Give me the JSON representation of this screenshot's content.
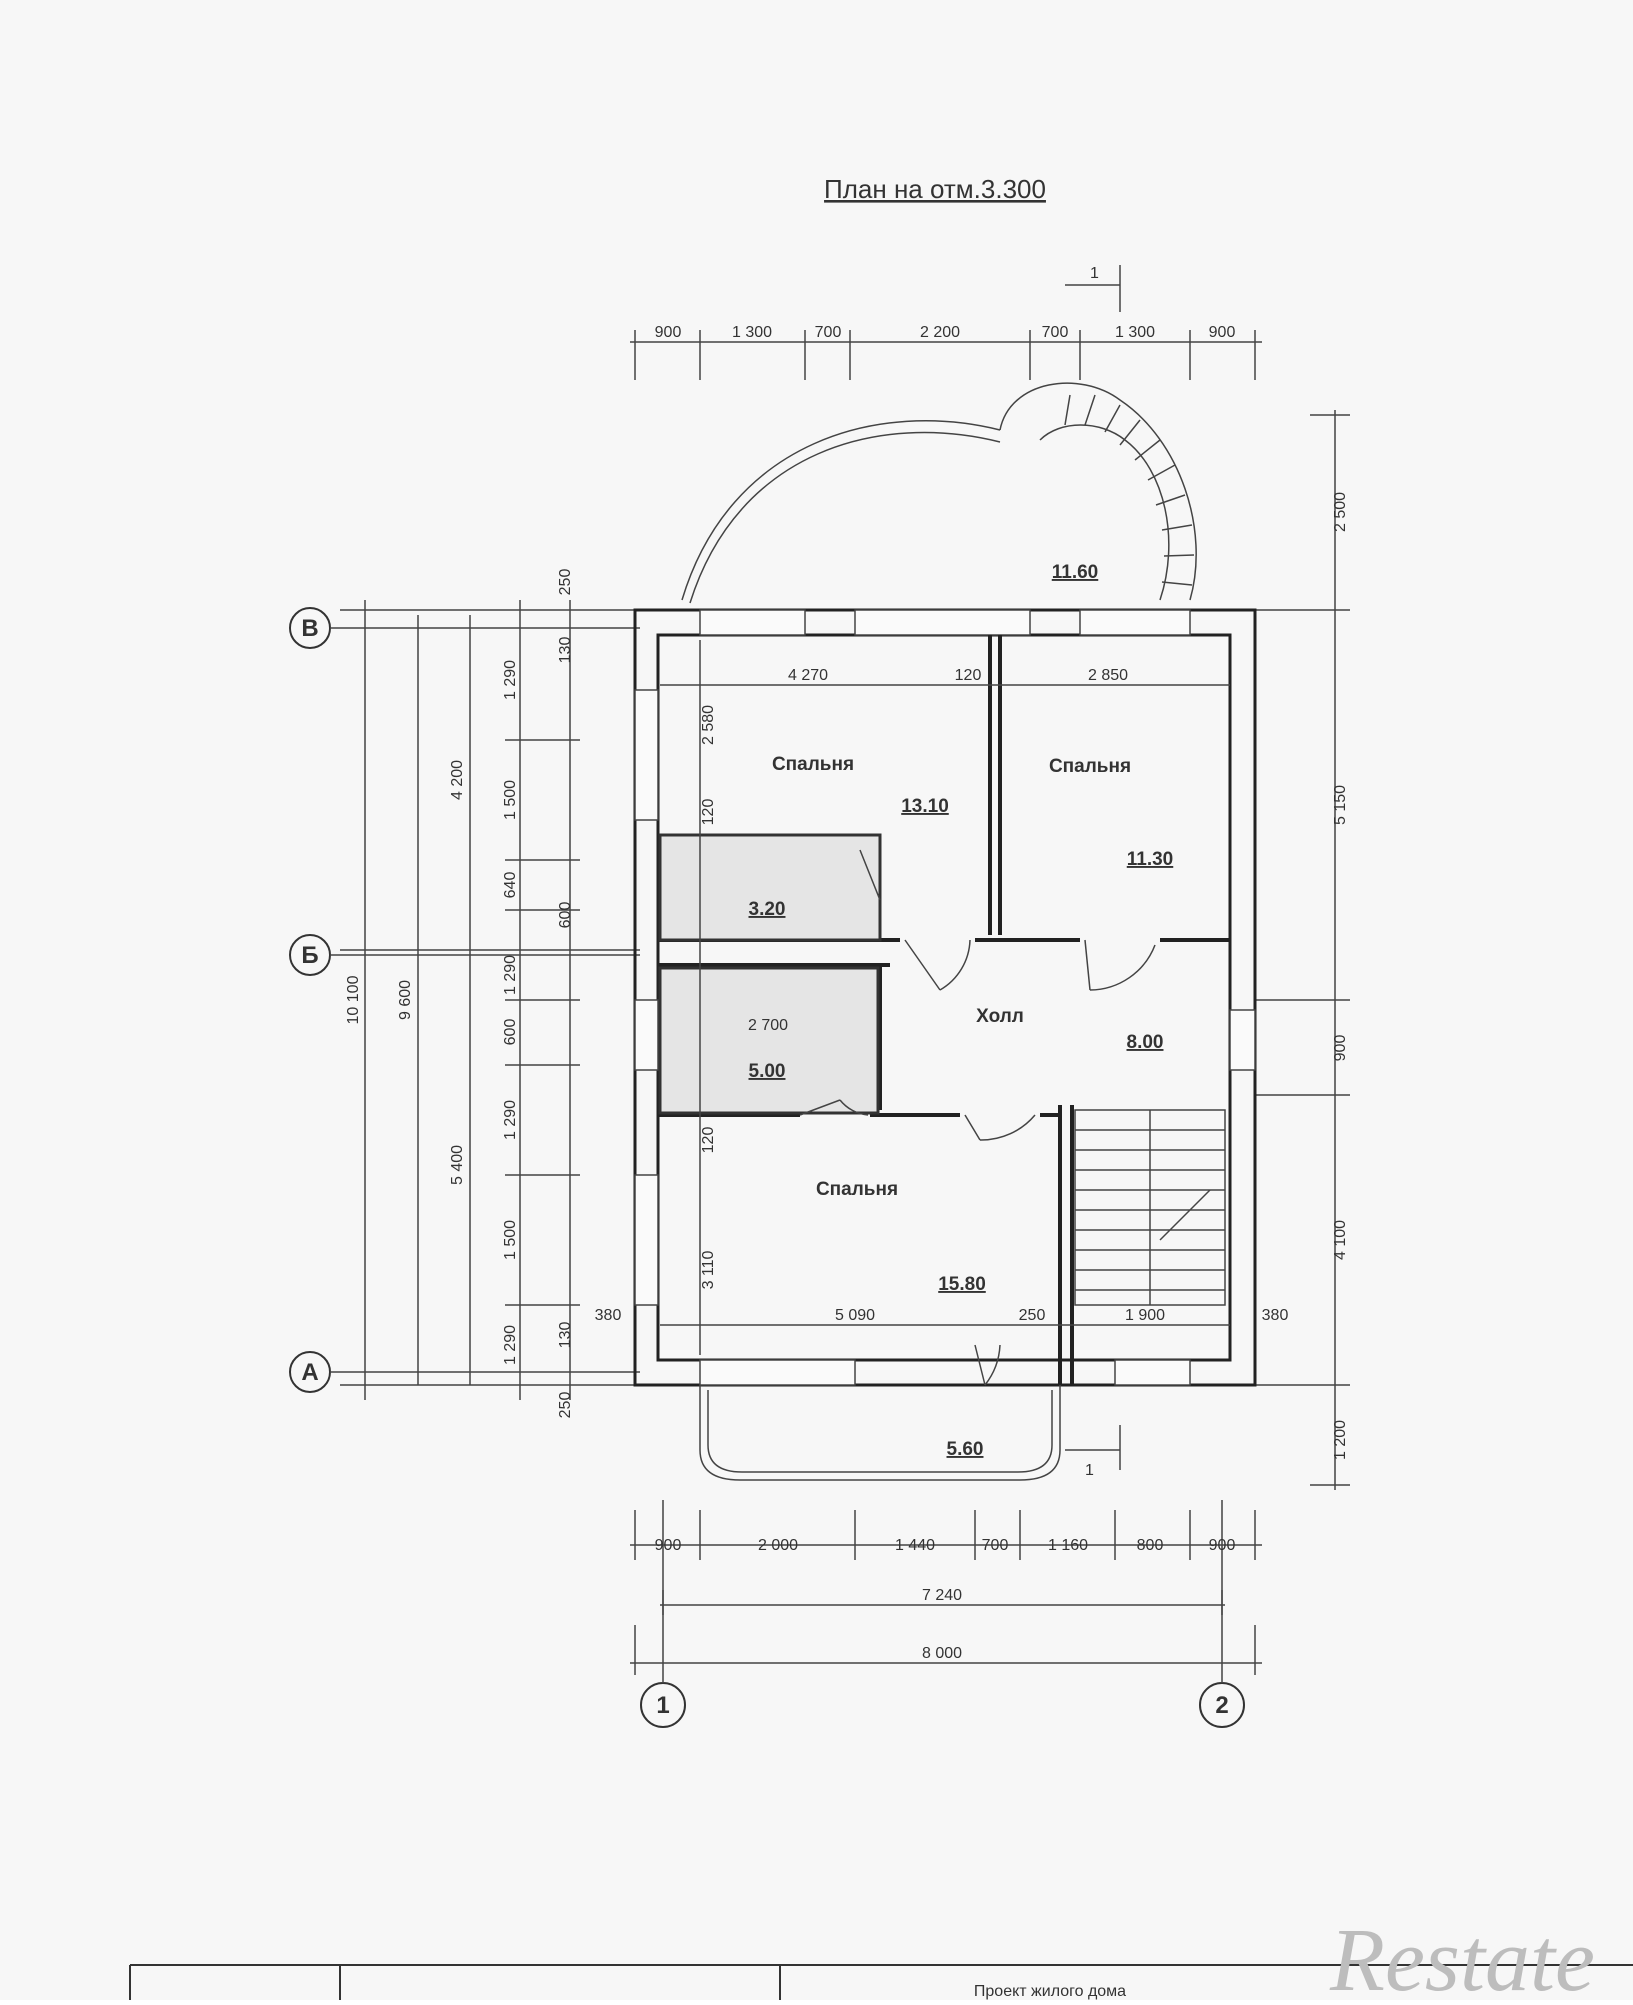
{
  "title": "План на отм.3.300",
  "section_mark": "1",
  "axes": {
    "B": "В",
    "Bv": "Б",
    "A": "А",
    "one": "1",
    "two": "2"
  },
  "top_dims": [
    "900",
    "1 300",
    "700",
    "2 200",
    "700",
    "1 300",
    "900"
  ],
  "bottom_dims": [
    "900",
    "2 000",
    "1 440",
    "700",
    "1 160",
    "800",
    "900"
  ],
  "overall_dims": [
    "7 240",
    "8 000"
  ],
  "right_dims": [
    "2 500",
    "5 150",
    "900",
    "4 100",
    "1 200"
  ],
  "left_dims": {
    "outer": "10 100",
    "mid": "9 600",
    "upper": "4 200",
    "lower": "5 400",
    "chain": [
      "250",
      "130",
      "1 290",
      "1 500",
      "640",
      "600",
      "1 290",
      "600",
      "1 290",
      "1 500",
      "1 290",
      "130",
      "250"
    ]
  },
  "inner_dims": [
    "4 270",
    "120",
    "2 850",
    "2 580",
    "120",
    "120",
    "2 700",
    "3 110",
    "5 090",
    "250",
    "1 900",
    "380",
    "380"
  ],
  "rooms": [
    {
      "name": "Спальня",
      "area": "13.10"
    },
    {
      "name": "Спальня",
      "area": "11.30"
    },
    {
      "name": "",
      "area": "3.20"
    },
    {
      "name": "",
      "area": "5.00"
    },
    {
      "name": "Холл",
      "area": "8.00"
    },
    {
      "name": "Спальня",
      "area": "15.80"
    },
    {
      "name": "",
      "area": "5.60"
    },
    {
      "name": "",
      "area": "11.60"
    }
  ],
  "title_block": [
    "Проект жилого дома"
  ],
  "watermark": "Restate"
}
